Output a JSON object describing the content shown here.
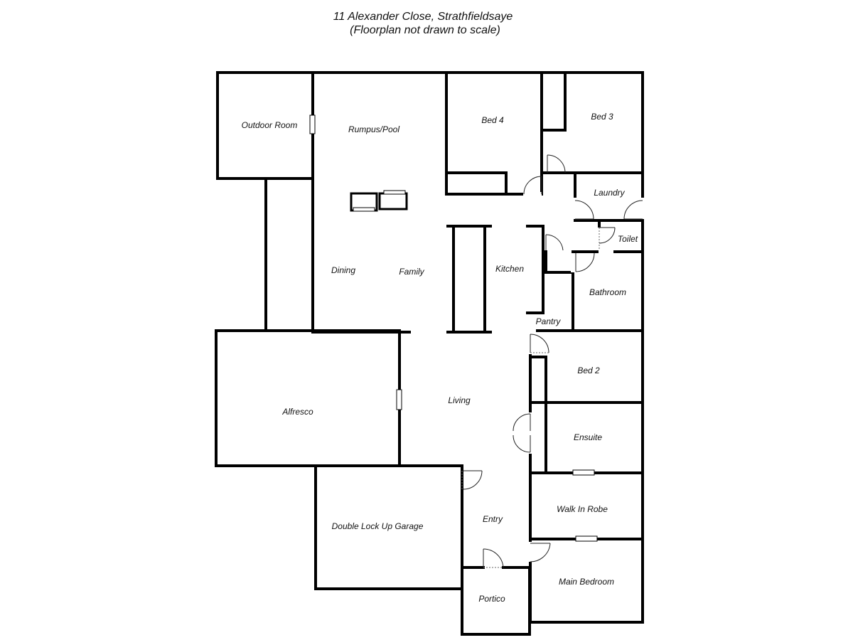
{
  "header": {
    "address": "11 Alexander Close, Strathfieldsaye",
    "note": "(Floorplan not drawn to scale)"
  },
  "rooms": {
    "outdoor_room": "Outdoor Room",
    "rumpus_pool": "Rumpus/Pool",
    "bed_4": "Bed 4",
    "bed_3": "Bed 3",
    "laundry": "Laundry",
    "toilet": "Toilet",
    "kitchen": "Kitchen",
    "dining": "Dining",
    "family": "Family",
    "bathroom": "Bathroom",
    "pantry": "Pantry",
    "bed_2": "Bed 2",
    "alfresco": "Alfresco",
    "living": "Living",
    "ensuite": "Ensuite",
    "walk_in_robe": "Walk In Robe",
    "double_lock_up_garage": "Double Lock Up Garage",
    "entry": "Entry",
    "main_bedroom": "Main Bedroom",
    "portico": "Portico"
  }
}
